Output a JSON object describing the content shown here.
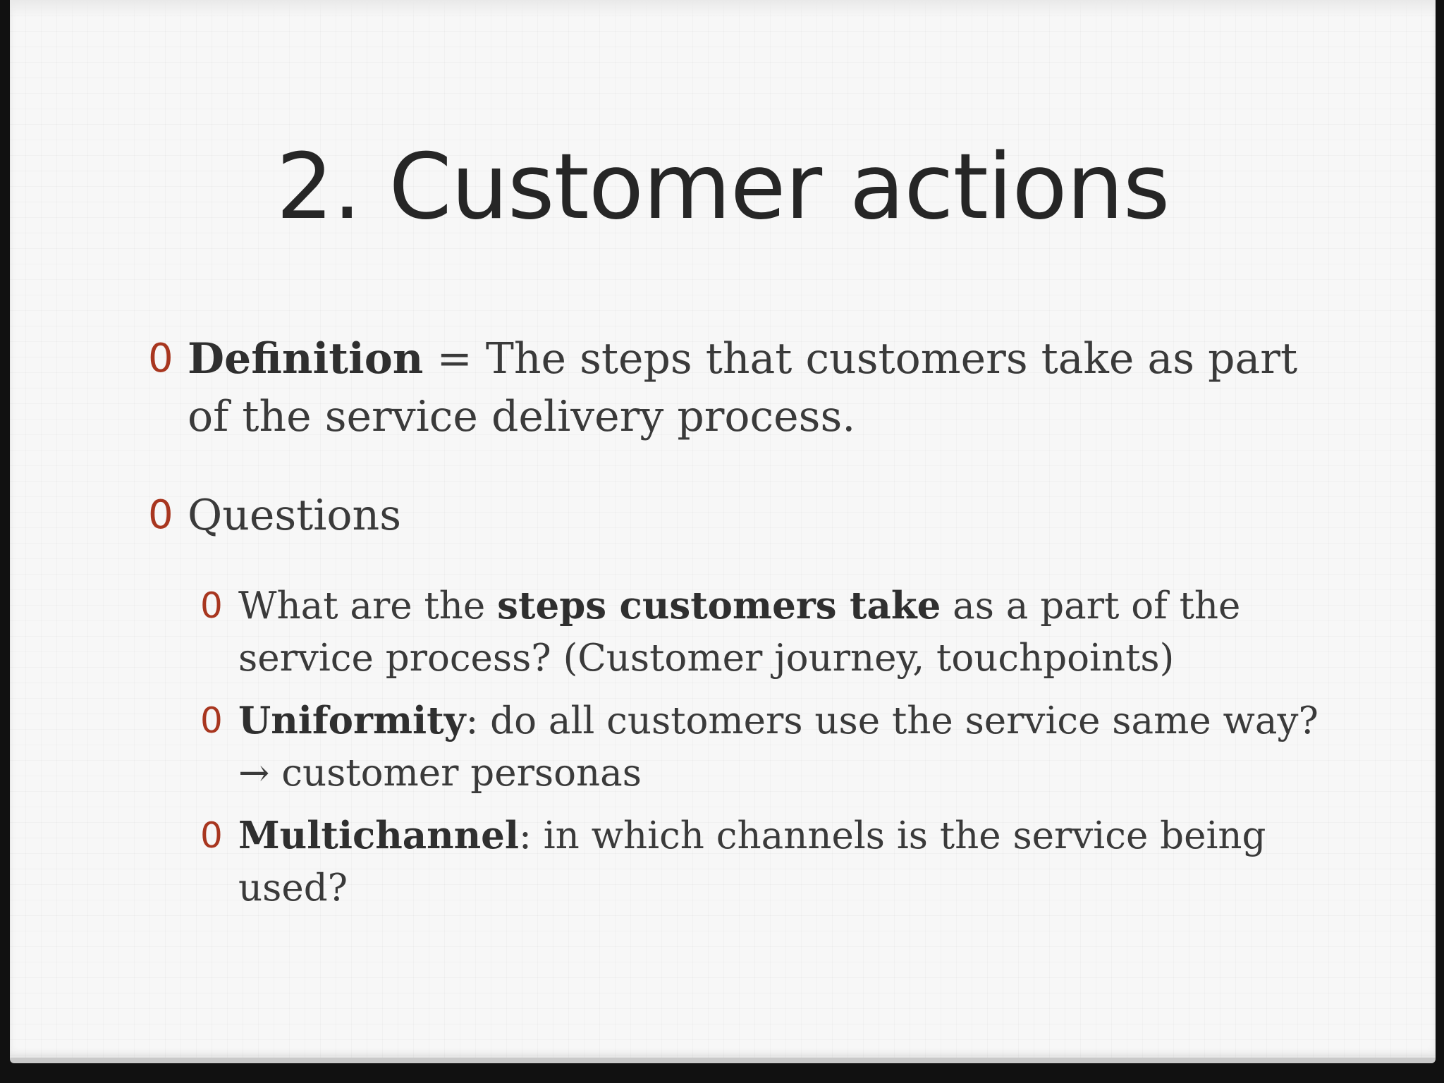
{
  "slide": {
    "title": "2. Customer actions",
    "marker": "0",
    "bullets": [
      {
        "level": 1,
        "bold": "Definition",
        "text": " = The steps that customers take as part of the service delivery process."
      },
      {
        "level": 1,
        "text": "Questions"
      }
    ],
    "sub_bullets": [
      {
        "level": 2,
        "prefix": "What are the ",
        "bold": "steps customers take",
        "text": " as a part of the service process? (Customer journey, touchpoints)"
      },
      {
        "level": 2,
        "bold": "Uniformity",
        "text": ": do all customers use the service same way? → customer personas"
      },
      {
        "level": 2,
        "bold": "Multichannel",
        "text": ": in which channels is the service being used?"
      }
    ]
  },
  "colors": {
    "marker": "#a8361f",
    "title": "#262626",
    "body": "#3a3a3a",
    "background": "#f7f7f7"
  }
}
